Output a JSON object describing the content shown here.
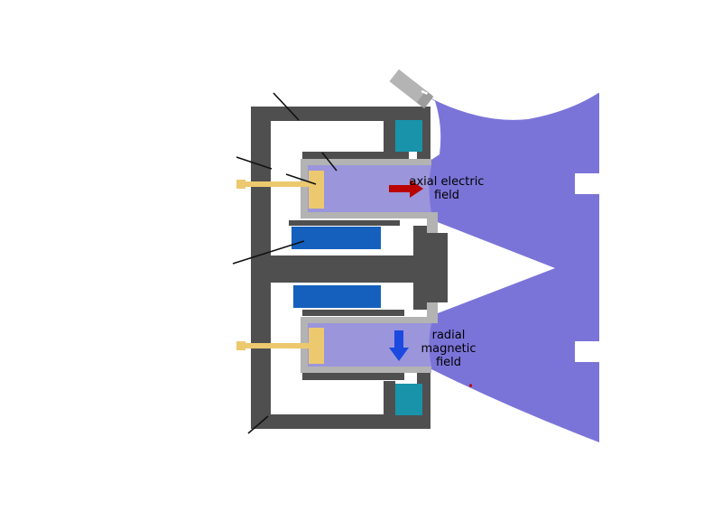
{
  "diagram": {
    "type": "Hall-effect thruster cross-section schematic",
    "labels": {
      "axial_field_line1": "axial electric",
      "axial_field_line2": "field",
      "radial_field_line1": "radial magnetic",
      "radial_field_line2": "field"
    }
  },
  "colors": {
    "background": "#ffffff",
    "structure_dark_gray": "#4f4f4f",
    "lining_light_gray": "#b3b3b3",
    "cathode_gray": "#b4b4b4",
    "cathode_tip_gray": "#9c9c9c",
    "channel_lavender": "#9b95db",
    "plume_purple": "#7b74d8",
    "anode_yellow": "#ecc96e",
    "coil_blue": "#1560bd",
    "outer_coil_teal": "#1893aa",
    "electric_field_red": "#bb0000",
    "magnetic_field_blue": "#1c49e0",
    "label_text": "#000000",
    "leader_line": "#111111",
    "electron_dash_white": "#ffffff"
  }
}
